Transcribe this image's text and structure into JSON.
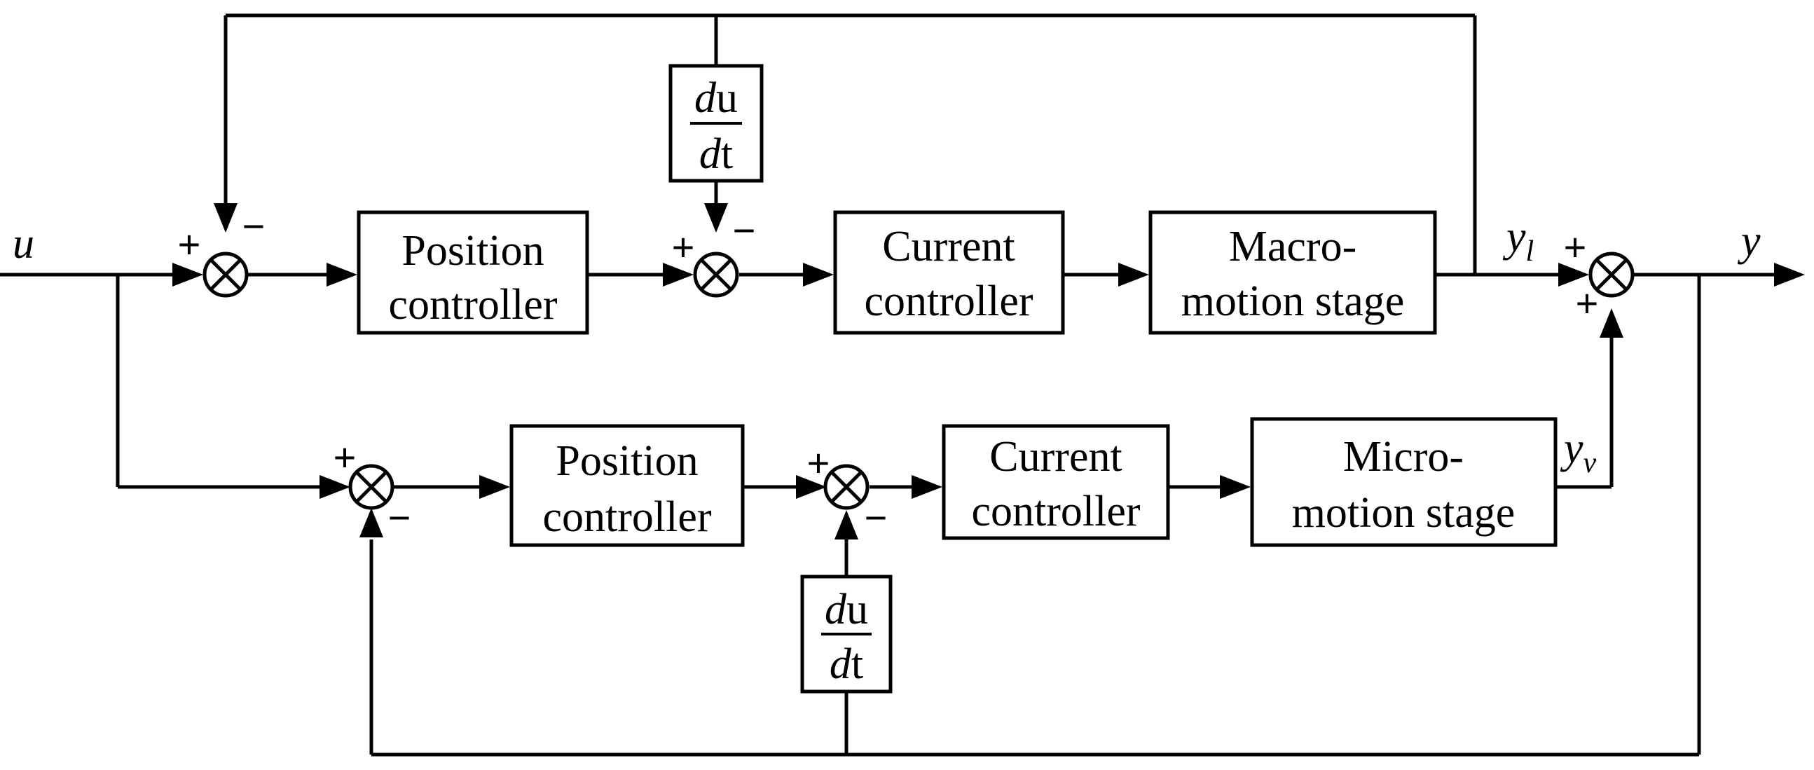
{
  "signals": {
    "input": "u",
    "output": "y",
    "macro_output": "y",
    "macro_output_sub": "l",
    "micro_output": "y",
    "micro_output_sub": "v"
  },
  "blocks": {
    "top_position_line1": "Position",
    "top_position_line2": "controller",
    "top_current_line1": "Current",
    "top_current_line2": "controller",
    "macro_line1": "Macro-",
    "macro_line2": "motion stage",
    "bottom_position_line1": "Position",
    "bottom_position_line2": "controller",
    "bottom_current_line1": "Current",
    "bottom_current_line2": "controller",
    "micro_line1": "Micro-",
    "micro_line2": "motion stage"
  },
  "derivative": {
    "num_d": "d",
    "num_u": "u",
    "den_d": "d",
    "den_t": "t"
  },
  "signs": {
    "plus": "+",
    "minus": "−"
  }
}
